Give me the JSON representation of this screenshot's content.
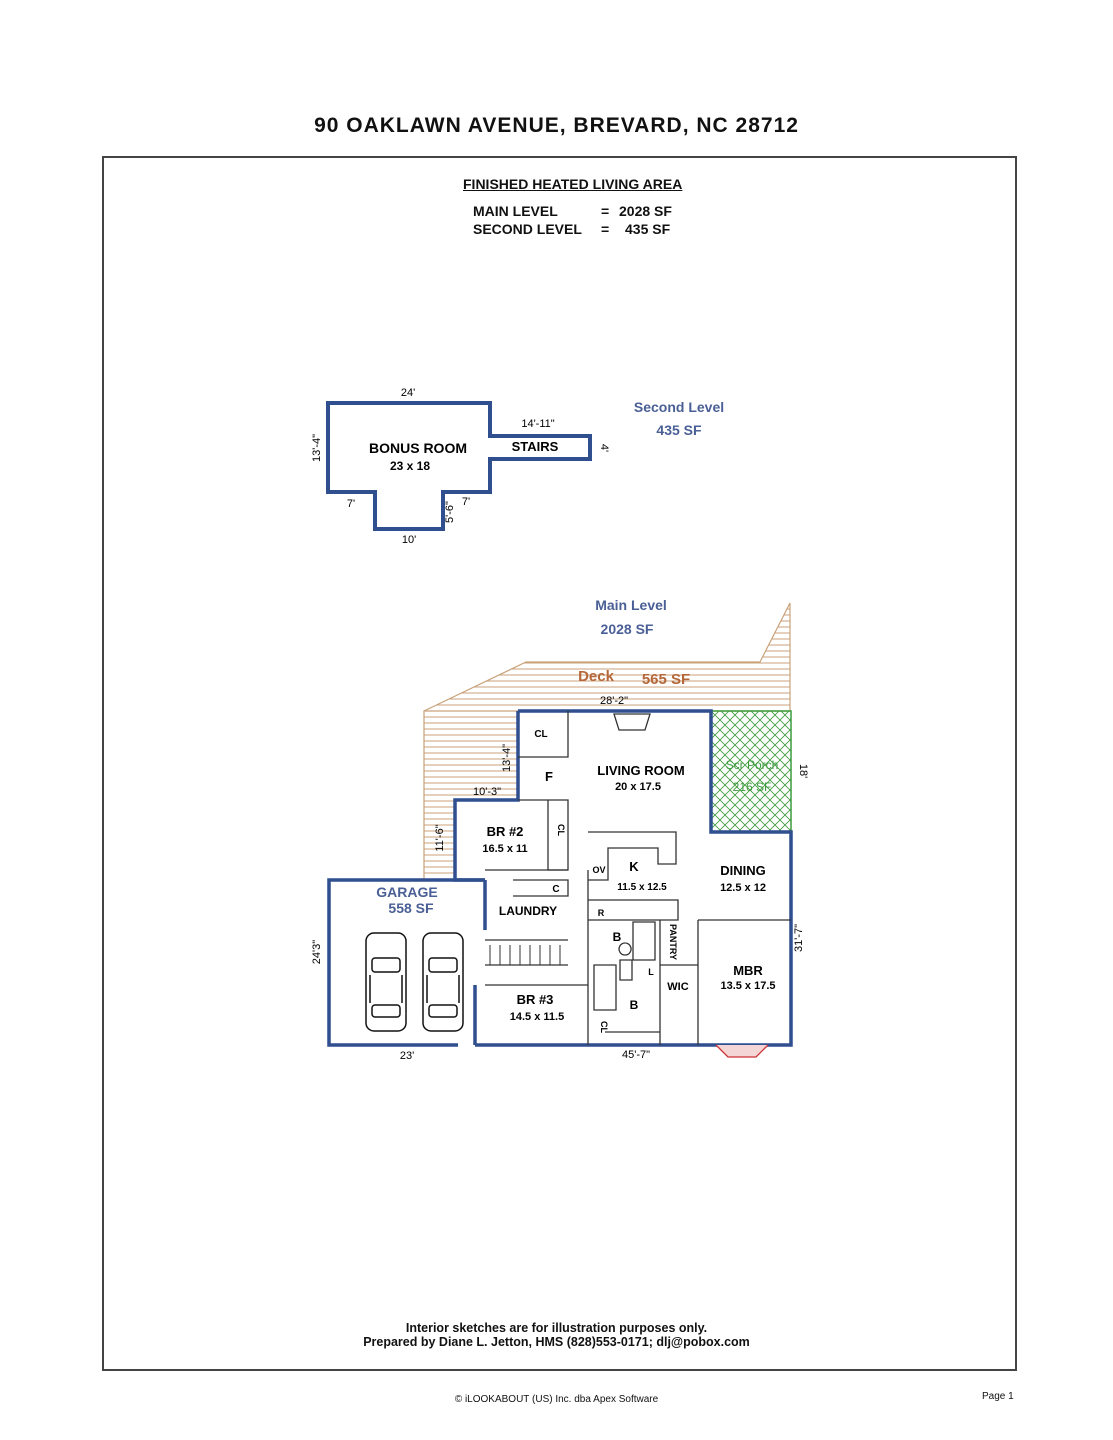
{
  "title": "90 OAKLAWN AVENUE, BREVARD, NC 28712",
  "area_summary": {
    "heading": "FINISHED HEATED LIVING AREA",
    "rows": [
      {
        "label": "MAIN LEVEL",
        "eq": "=",
        "value": "2028 SF"
      },
      {
        "label": "SECOND LEVEL",
        "eq": "=",
        "value": "435 SF"
      }
    ]
  },
  "second_level": {
    "name": "Second Level",
    "area": "435 SF",
    "rooms": {
      "bonus_room": {
        "name": "BONUS ROOM",
        "size": "23 x 18"
      },
      "stairs": {
        "name": "STAIRS"
      }
    },
    "dimensions": [
      "24'",
      "14'-11\"",
      "13'-4\"",
      "4'",
      "7'",
      "5'-6\"",
      "7'",
      "10'"
    ]
  },
  "main_level": {
    "name": "Main Level",
    "area": "2028 SF",
    "deck": {
      "name": "Deck",
      "area": "565 SF"
    },
    "screen_porch": {
      "name": "Scr Porch",
      "area": "216 SF",
      "dim": "18'"
    },
    "garage": {
      "name": "GARAGE",
      "area": "558 SF"
    },
    "rooms": {
      "living": {
        "name": "LIVING ROOM",
        "size": "20 x 17.5"
      },
      "br2": {
        "name": "BR #2",
        "size": "16.5 x 11"
      },
      "kitchen": {
        "name": "K",
        "size": "11.5 x 12.5"
      },
      "dining": {
        "name": "DINING",
        "size": "12.5 x 12"
      },
      "laundry": {
        "name": "LAUNDRY"
      },
      "mbr": {
        "name": "MBR",
        "size": "13.5 x 17.5"
      },
      "br3": {
        "name": "BR #3",
        "size": "14.5 x 11.5"
      },
      "wic": {
        "name": "WIC"
      },
      "pantry": {
        "name": "PANTRY"
      },
      "bath1": {
        "name": "B"
      },
      "bath2": {
        "name": "B"
      },
      "foyer": {
        "name": "F"
      },
      "closet_cl": {
        "name": "CL"
      },
      "closet_cl2": {
        "name": "CL"
      },
      "closet_cl3": {
        "name": "CL"
      },
      "closet_c": {
        "name": "C"
      },
      "linen": {
        "name": "L"
      },
      "ov": {
        "name": "OV"
      },
      "r": {
        "name": "R"
      }
    },
    "dimensions": {
      "top": "28'-2\"",
      "left_a": "13'-4\"",
      "left_b": "10'-3\"",
      "left_c": "11'-6\"",
      "garage_side": "24'3\"",
      "garage_bottom": "23'",
      "bottom": "45'-7\"",
      "right": "31'-7\""
    }
  },
  "footer": {
    "line1": "Interior sketches are for illustration purposes only.",
    "line2": "Prepared by Diane L. Jetton, HMS (828)553-0171; dlj@pobox.com",
    "copyright": "© iLOOKABOUT (US) Inc. dba Apex Software",
    "page": "Page 1"
  },
  "colors": {
    "walls": "#2f4f8f",
    "level_label": "#4a5f95",
    "deck_line": "#c9a27a",
    "deck_label": "#b5673a",
    "porch": "#3c9a3c"
  }
}
